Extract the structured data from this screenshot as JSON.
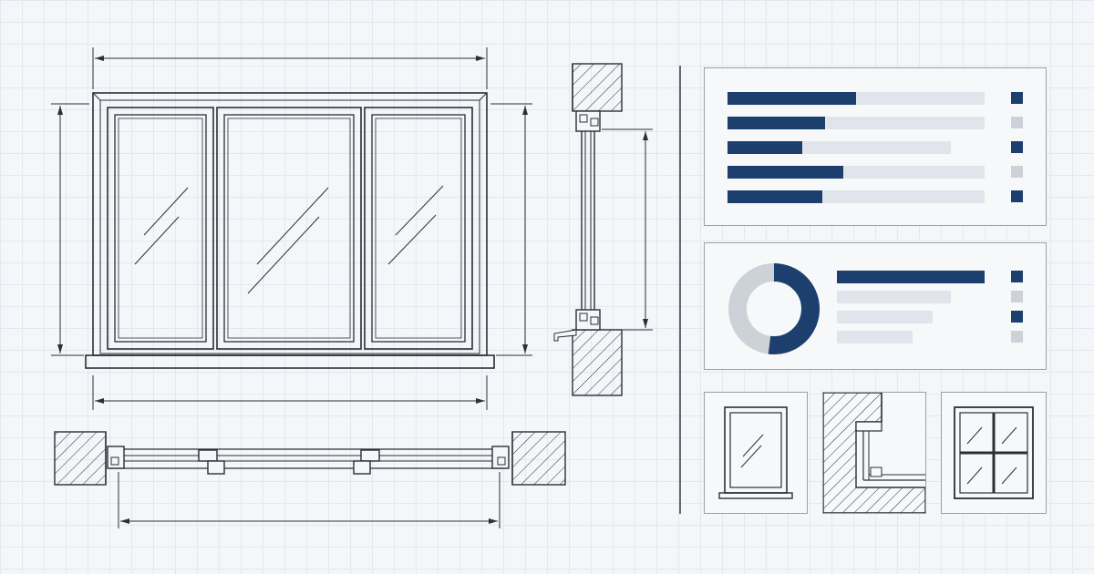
{
  "colors": {
    "line": "#2b2f36",
    "navy": "#1c3f6e",
    "track": "#e1e5eb",
    "square_light": "#cdd2d9",
    "panel_border": "#9aa1aa"
  },
  "bar_panel": {
    "bars": [
      {
        "fill": 0.5,
        "track": 1.0,
        "square": "navy"
      },
      {
        "fill": 0.38,
        "track": 1.0,
        "square": "light"
      },
      {
        "fill": 0.29,
        "track": 0.87,
        "square": "navy"
      },
      {
        "fill": 0.45,
        "track": 1.0,
        "square": "light"
      },
      {
        "fill": 0.37,
        "track": 1.0,
        "square": "navy"
      }
    ]
  },
  "donut_panel": {
    "donut_fraction": 0.52,
    "bars": [
      {
        "fill": 1.0,
        "square": "navy"
      },
      {
        "fill": 0.77,
        "square": "light",
        "light": true
      },
      {
        "fill": 0.65,
        "square": "navy",
        "light": true
      },
      {
        "fill": 0.51,
        "square": "light",
        "light": true
      }
    ]
  },
  "thumbnails": [
    {
      "icon": "window-icon"
    },
    {
      "icon": "corner-section-icon"
    },
    {
      "icon": "four-pane-window-icon"
    }
  ]
}
